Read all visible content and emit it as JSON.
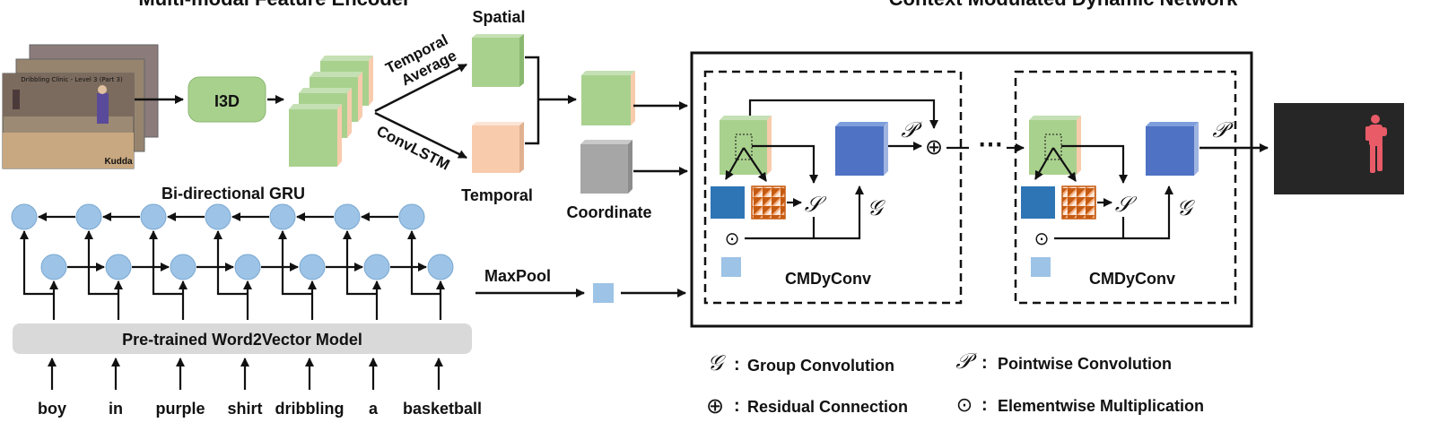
{
  "encoder": {
    "title": "Multi-modal Feature Encoder",
    "i3d_label": "I3D",
    "temporal_average_label_1": "Temporal",
    "temporal_average_label_2": "Average",
    "convlstm_label": "ConvLSTM",
    "spatial_label": "Spatial",
    "temporal_label": "Temporal",
    "coordinate_label": "Coordinate",
    "video_caption": "Dribbling Clinic - Level 3 (Part 3)",
    "video_watermark": "Kudda"
  },
  "language": {
    "gru_title": "Bi-directional GRU",
    "word2vec_label": "Pre-trained Word2Vector Model",
    "maxpool_label": "MaxPool",
    "words": [
      "boy",
      "in",
      "purple",
      "shirt",
      "dribbling",
      "a",
      "basketball"
    ]
  },
  "network": {
    "title": "Context Modulated Dynamic Network",
    "block_label": "CMDyConv",
    "symbol_pointwise": "𝒫",
    "symbol_group": "𝒢",
    "symbol_s": "𝒮",
    "symbol_residual": "⊕",
    "symbol_elementwise": "⊙",
    "ellipsis": "⋯"
  },
  "legend": {
    "group_symbol": "𝒢",
    "group_text": "Group Convolution",
    "pointwise_symbol": "𝒫",
    "pointwise_text": "Pointwise Convolution",
    "residual_symbol": "⊕",
    "residual_text": "Residual Connection",
    "elementwise_symbol": "⊙",
    "elementwise_text": "Elementwise Multiplication",
    "separator": ":"
  },
  "colors": {
    "green": "#a9d18e",
    "peach": "#f8cbad",
    "gray": "#a6a6a6",
    "blue_cube": "#4f72c4",
    "blue_square": "#2e75b6",
    "light_blue": "#9dc3e6",
    "orange_pattern": "#c55a11",
    "word2vec_bg": "#d9d9d9",
    "mask_bg": "#262626",
    "mask_figure": "#e85b67"
  }
}
